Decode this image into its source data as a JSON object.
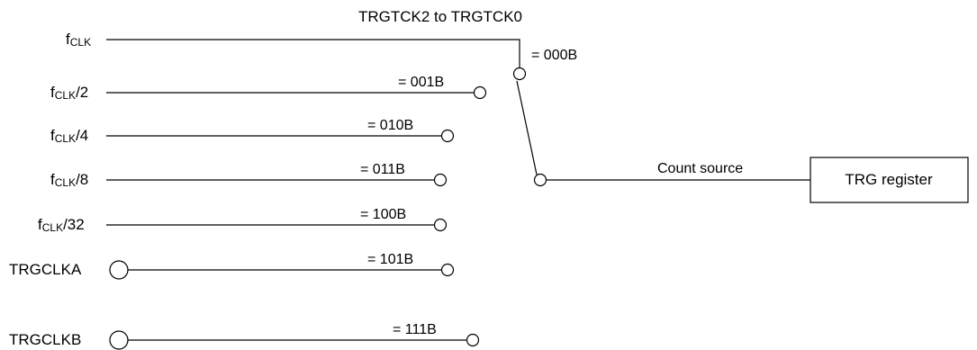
{
  "selector_title": "TRGTCK2 to TRGTCK0",
  "inputs": [
    {
      "base": "f",
      "sub": "CLK",
      "suffix": "",
      "code": "= 000B"
    },
    {
      "base": "f",
      "sub": "CLK",
      "suffix": "/2",
      "code": "= 001B"
    },
    {
      "base": "f",
      "sub": "CLK",
      "suffix": "/4",
      "code": "= 010B"
    },
    {
      "base": "f",
      "sub": "CLK",
      "suffix": "/8",
      "code": "= 011B"
    },
    {
      "base": "f",
      "sub": "CLK",
      "suffix": "/32",
      "code": "= 100B"
    },
    {
      "base": "TRGCLKA",
      "sub": "",
      "suffix": "",
      "code": "= 101B"
    },
    {
      "base": "TRGCLKB",
      "sub": "",
      "suffix": "",
      "code": "= 111B"
    }
  ],
  "output_label": "Count source",
  "register_label": "TRG register"
}
